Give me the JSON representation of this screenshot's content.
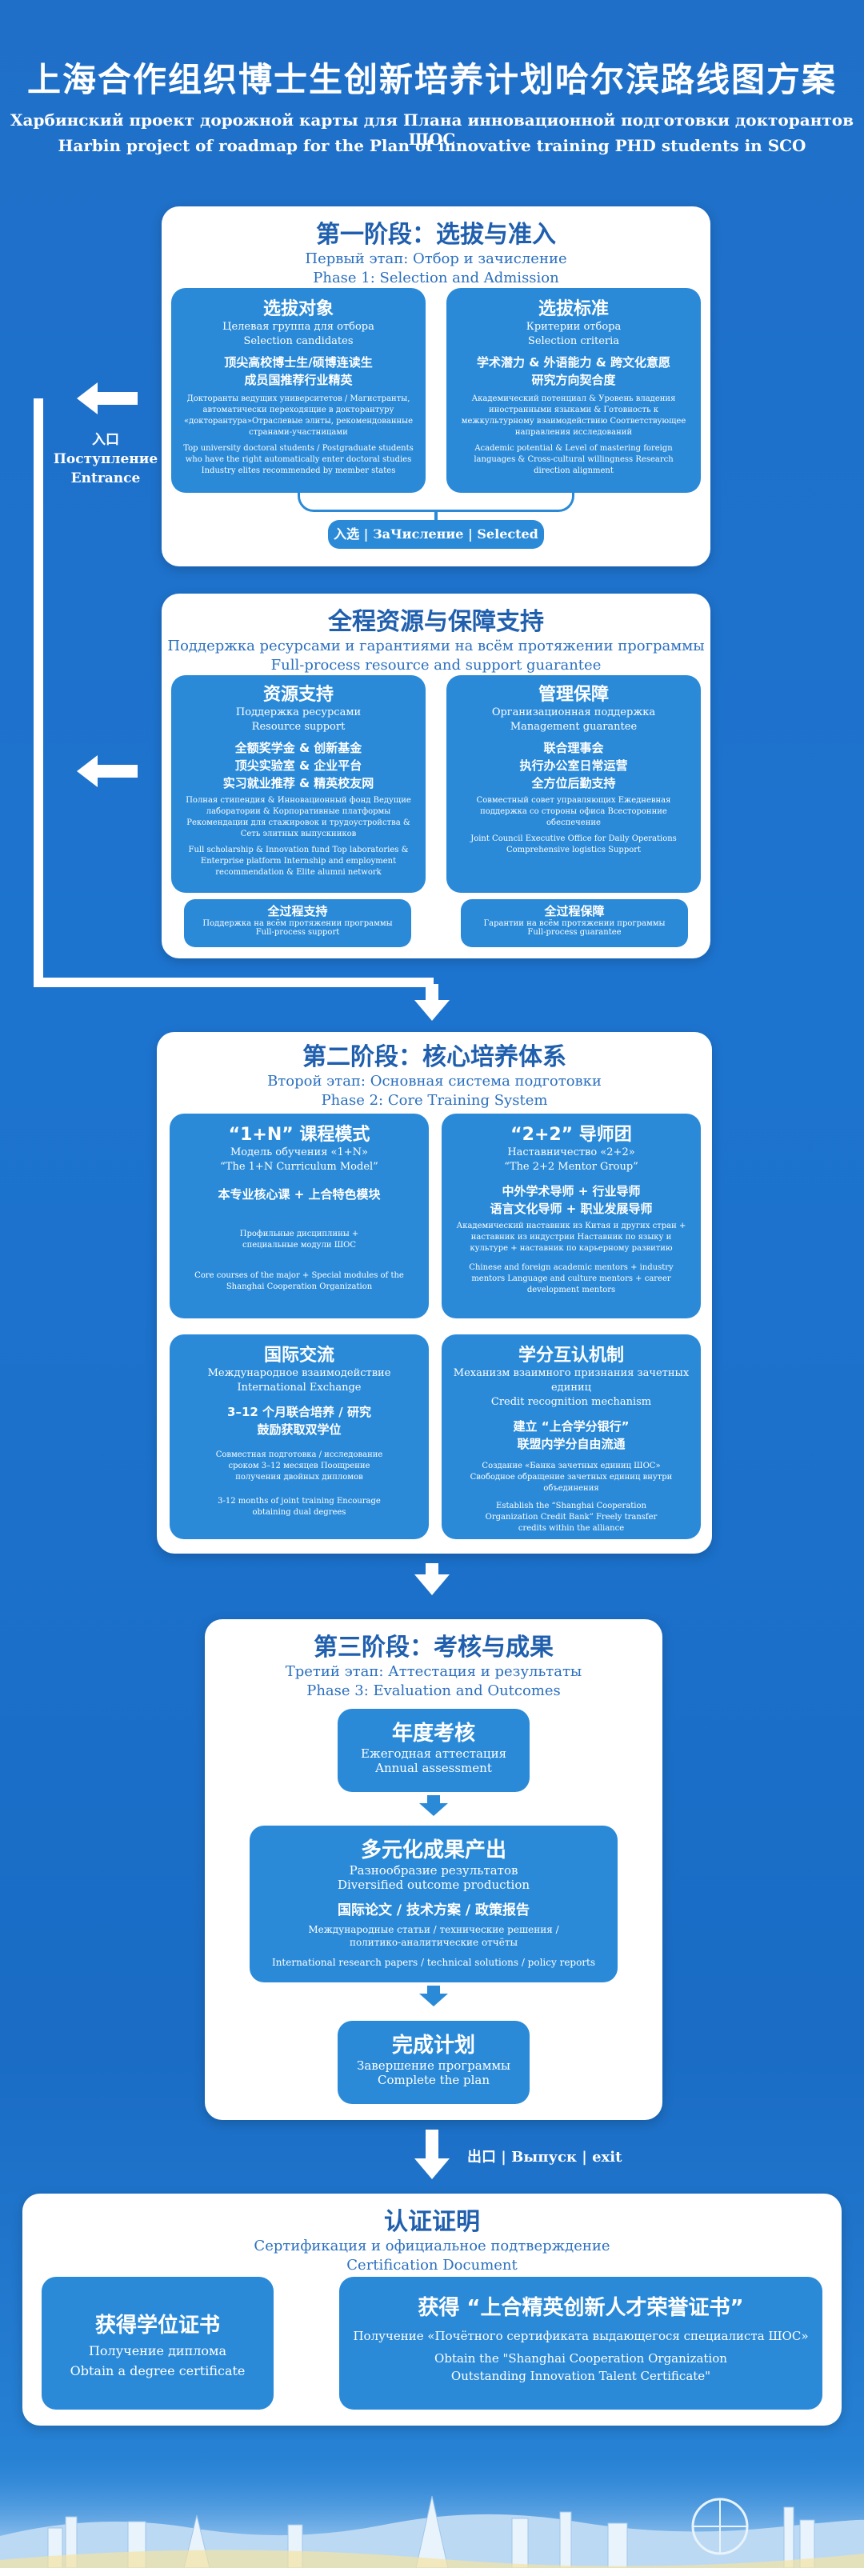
{
  "header": {
    "title_zh": "上海合作组织博士生创新培养计划哈尔滨路线图方案",
    "title_ru": "Харбинский проект дорожной карты для Плана инновационной подготовки докторантов ШОС",
    "title_en": "Harbin project of roadmap for the Plan of innovative training PHD students in SCO"
  },
  "entrance": {
    "zh": "入口",
    "ru": "Поступление",
    "en": "Entrance"
  },
  "phase1": {
    "zh": "第一阶段：选拔与准入",
    "ru": "Первый этап: Отбор и зачисление",
    "en": "Phase 1: Selection and Admission",
    "card_left": {
      "hd": "选拔对象",
      "ru": "Целевая группа для отбора",
      "en": "Selection candidates",
      "big": "顶尖高校博士生/硕博连读生\n成员国推荐行业精英",
      "sm_ru": "Докторанты ведущих университетов / Магистранты, автоматически переходящие в докторантуру «докторантура»Отраслевые элиты, рекомендованные странами-участницами",
      "sm_en": "Top university doctoral students / Postgraduate students who have the right automatically enter doctoral studies Industry elites recommended by member states"
    },
    "card_right": {
      "hd": "选拔标准",
      "ru": "Критерии отбора",
      "en": "Selection criteria",
      "big": "学术潜力 & 外语能力 & 跨文化意愿\n研究方向契合度",
      "sm_ru": "Академический потенциал & Уровень владения иностранными языками & Готовность к межкультурному взаимодействию Соответствующее направления исследований",
      "sm_en": "Academic potential & Level of mastering foreign languages & Cross-cultural willingness Research direction alignment"
    },
    "selected": "入选 | ЗаЧисление | Selected"
  },
  "support": {
    "zh": "全程资源与保障支持",
    "ru": "Поддержка ресурсами и гарантиями на всём протяжении программы",
    "en": "Full-process resource and support guarantee",
    "card_left": {
      "hd": "资源支持",
      "ru": "Поддержка ресурсами",
      "en": "Resource support",
      "big": "全额奖学金 & 创新基金\n顶尖实验室 & 企业平台\n实习就业推荐 & 精英校友网",
      "sm_ru": "Полная стипендия & Инновационный фонд Ведущие лаборатории & Корпоративные платформы Рекомендации для стажировок и трудоустройства & Сеть элитных выпускников",
      "sm_en": "Full scholarship & Innovation fund Top laboratories & Enterprise platform Internship and employment recommendation & Elite alumni network"
    },
    "card_right": {
      "hd": "管理保障",
      "ru": "Организационная поддержка",
      "en": "Management guarantee",
      "big": "联合理事会\n执行办公室日常运营\n全方位后勤支持",
      "sm_ru": "Совместный совет управляющих Ежедневная поддержка со стороны офиса Всесторонние обеспечение",
      "sm_en": "Joint Council Executive Office for Daily Operations Comprehensive logistics Support"
    },
    "pill_left": {
      "zh": "全过程支持",
      "ru": "Поддержка на всём протяжении программы",
      "en": "Full-process support"
    },
    "pill_right": {
      "zh": "全过程保障",
      "ru": "Гарантии на всём протяжении программы",
      "en": "Full-process guarantee"
    }
  },
  "phase2": {
    "zh": "第二阶段：核心培养体系",
    "ru": "Второй этап: Основная система подготовки",
    "en": "Phase 2: Core Training System",
    "c1": {
      "hd": "“1+N” 课程模式",
      "ru": "Модель обучения «1+N»",
      "en": "“The 1+N Curriculum Model”",
      "big": "本专业核心课 + 上合特色模块",
      "sm_ru": "Профильные дисциплины + специальные модули ШОС",
      "sm_en": "Core courses of the major + Special modules of the Shanghai Cooperation Organization"
    },
    "c2": {
      "hd": "“2+2” 导师团",
      "ru": "Наставничество «2+2»",
      "en": "“The 2+2 Mentor Group”",
      "big": "中外学术导师 + 行业导师\n语言文化导师 + 职业发展导师",
      "sm_ru": "Академический наставник из Китая и других стран + наставник из индустрии Наставник по языку и культуре + наставник по карьерному развитию",
      "sm_en": "Chinese and foreign academic mentors + industry mentors Language and culture mentors + career development mentors"
    },
    "c3": {
      "hd": "国际交流",
      "ru": "Международное взаимодействие",
      "en": "International Exchange",
      "big": "3–12 个月联合培养 / 研究\n鼓励获取双学位",
      "sm_ru": "Совместная подготовка / исследование сроком 3–12 месяцев Поощрение получения двойных дипломов",
      "sm_en": "3-12 months of joint training Encourage obtaining dual degrees"
    },
    "c4": {
      "hd": "学分互认机制",
      "ru": "Механизм взаимного признания зачетных единиц",
      "en": "Credit recognition mechanism",
      "big": "建立 “上合学分银行”\n联盟内学分自由流通",
      "sm_ru": "Создание «Банка зачетных единиц ШОС» Свободное обращение зачетных единиц внутри объединения",
      "sm_en": "Establish the “Shanghai Cooperation Organization Credit Bank” Freely transfer credits within the alliance"
    }
  },
  "phase3": {
    "zh": "第三阶段：考核与成果",
    "ru": "Третий этап: Аттестация и результаты",
    "en": "Phase 3: Evaluation and Outcomes",
    "b1": {
      "zh": "年度考核",
      "ru": "Ежегодная аттестация",
      "en": "Annual assessment"
    },
    "b2": {
      "zh": "多元化成果产出",
      "ru": "Разнообразие результатов",
      "en": "Diversified outcome production",
      "big": "国际论文 / 技术方案 / 政策报告",
      "sm_ru": "Международные статьи / технические решения / политико-аналитические отчёты",
      "sm_en": "International research papers / technical solutions / policy reports"
    },
    "b3": {
      "zh": "完成计划",
      "ru": "Завершение программы",
      "en": "Complete the plan"
    }
  },
  "exit_label": "出口 | Выпуск | exit",
  "cert": {
    "zh": "认证证明",
    "ru": "Сертификация и официальное подтверждение",
    "en": "Certification Document",
    "left": {
      "zh": "获得学位证书",
      "ru": "Получение диплома",
      "en": "Obtain a degree certificate"
    },
    "right": {
      "zh": "获得 “上合精英创新人才荣誉证书”",
      "ru": "Получение «Почётного сертификата выдающегося специалиста ШОС»",
      "en": "Obtain the \"Shanghai Cooperation Organization Outstanding Innovation Talent Certificate\""
    }
  },
  "colors": {
    "bg": "#1f6fc8",
    "card": "#2a8ad8",
    "title": "#1f5fae"
  }
}
